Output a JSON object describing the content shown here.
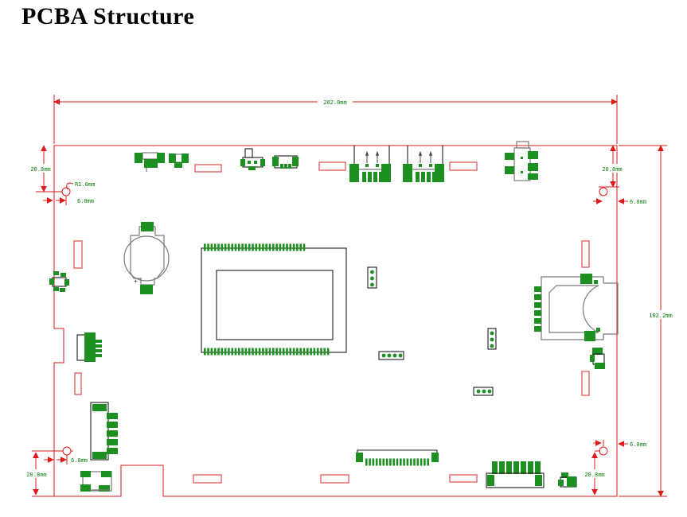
{
  "title": "PCBA Structure",
  "dims": {
    "board_width": "262.0mm",
    "board_height": "102.2mm",
    "tl_v": "20.8mm",
    "tl_r": "R1.0mm",
    "tl_h": "6.0mm",
    "tr_v": "20.8mm",
    "tr_h": "6.0mm",
    "bl_v": "20.8mm",
    "bl_h": "6.0mm",
    "br_v": "20.8mm",
    "br_h": "6.0mm"
  },
  "colors": {
    "dimension_red": "#dd1a1a",
    "label_green": "#0a7d0a",
    "component_green": "#1d9022",
    "slot_red": "#e04b4b",
    "outline_gray": "#7a7a7a",
    "outline_dark": "#1c1c1c"
  },
  "components": [
    "coin-battery-holder",
    "main-ic",
    "usb-a-port-1",
    "usb-a-port-2",
    "audio-jack",
    "micro-usb-port",
    "sd-card-slot",
    "fpc-connector-left",
    "fpc-connector-bottom-center",
    "fpc-connector-bottom-right",
    "top-connector-a",
    "top-connector-b",
    "top-switch",
    "top-connector-c",
    "left-button",
    "bottom-left-module",
    "bottom-right-switch",
    "pin-header-3p-1",
    "pin-header-4p",
    "pin-header-3p-2",
    "pin-header-3p-3",
    "mounting-hole-tl",
    "mounting-hole-tr",
    "mounting-hole-bl",
    "mounting-hole-br"
  ]
}
